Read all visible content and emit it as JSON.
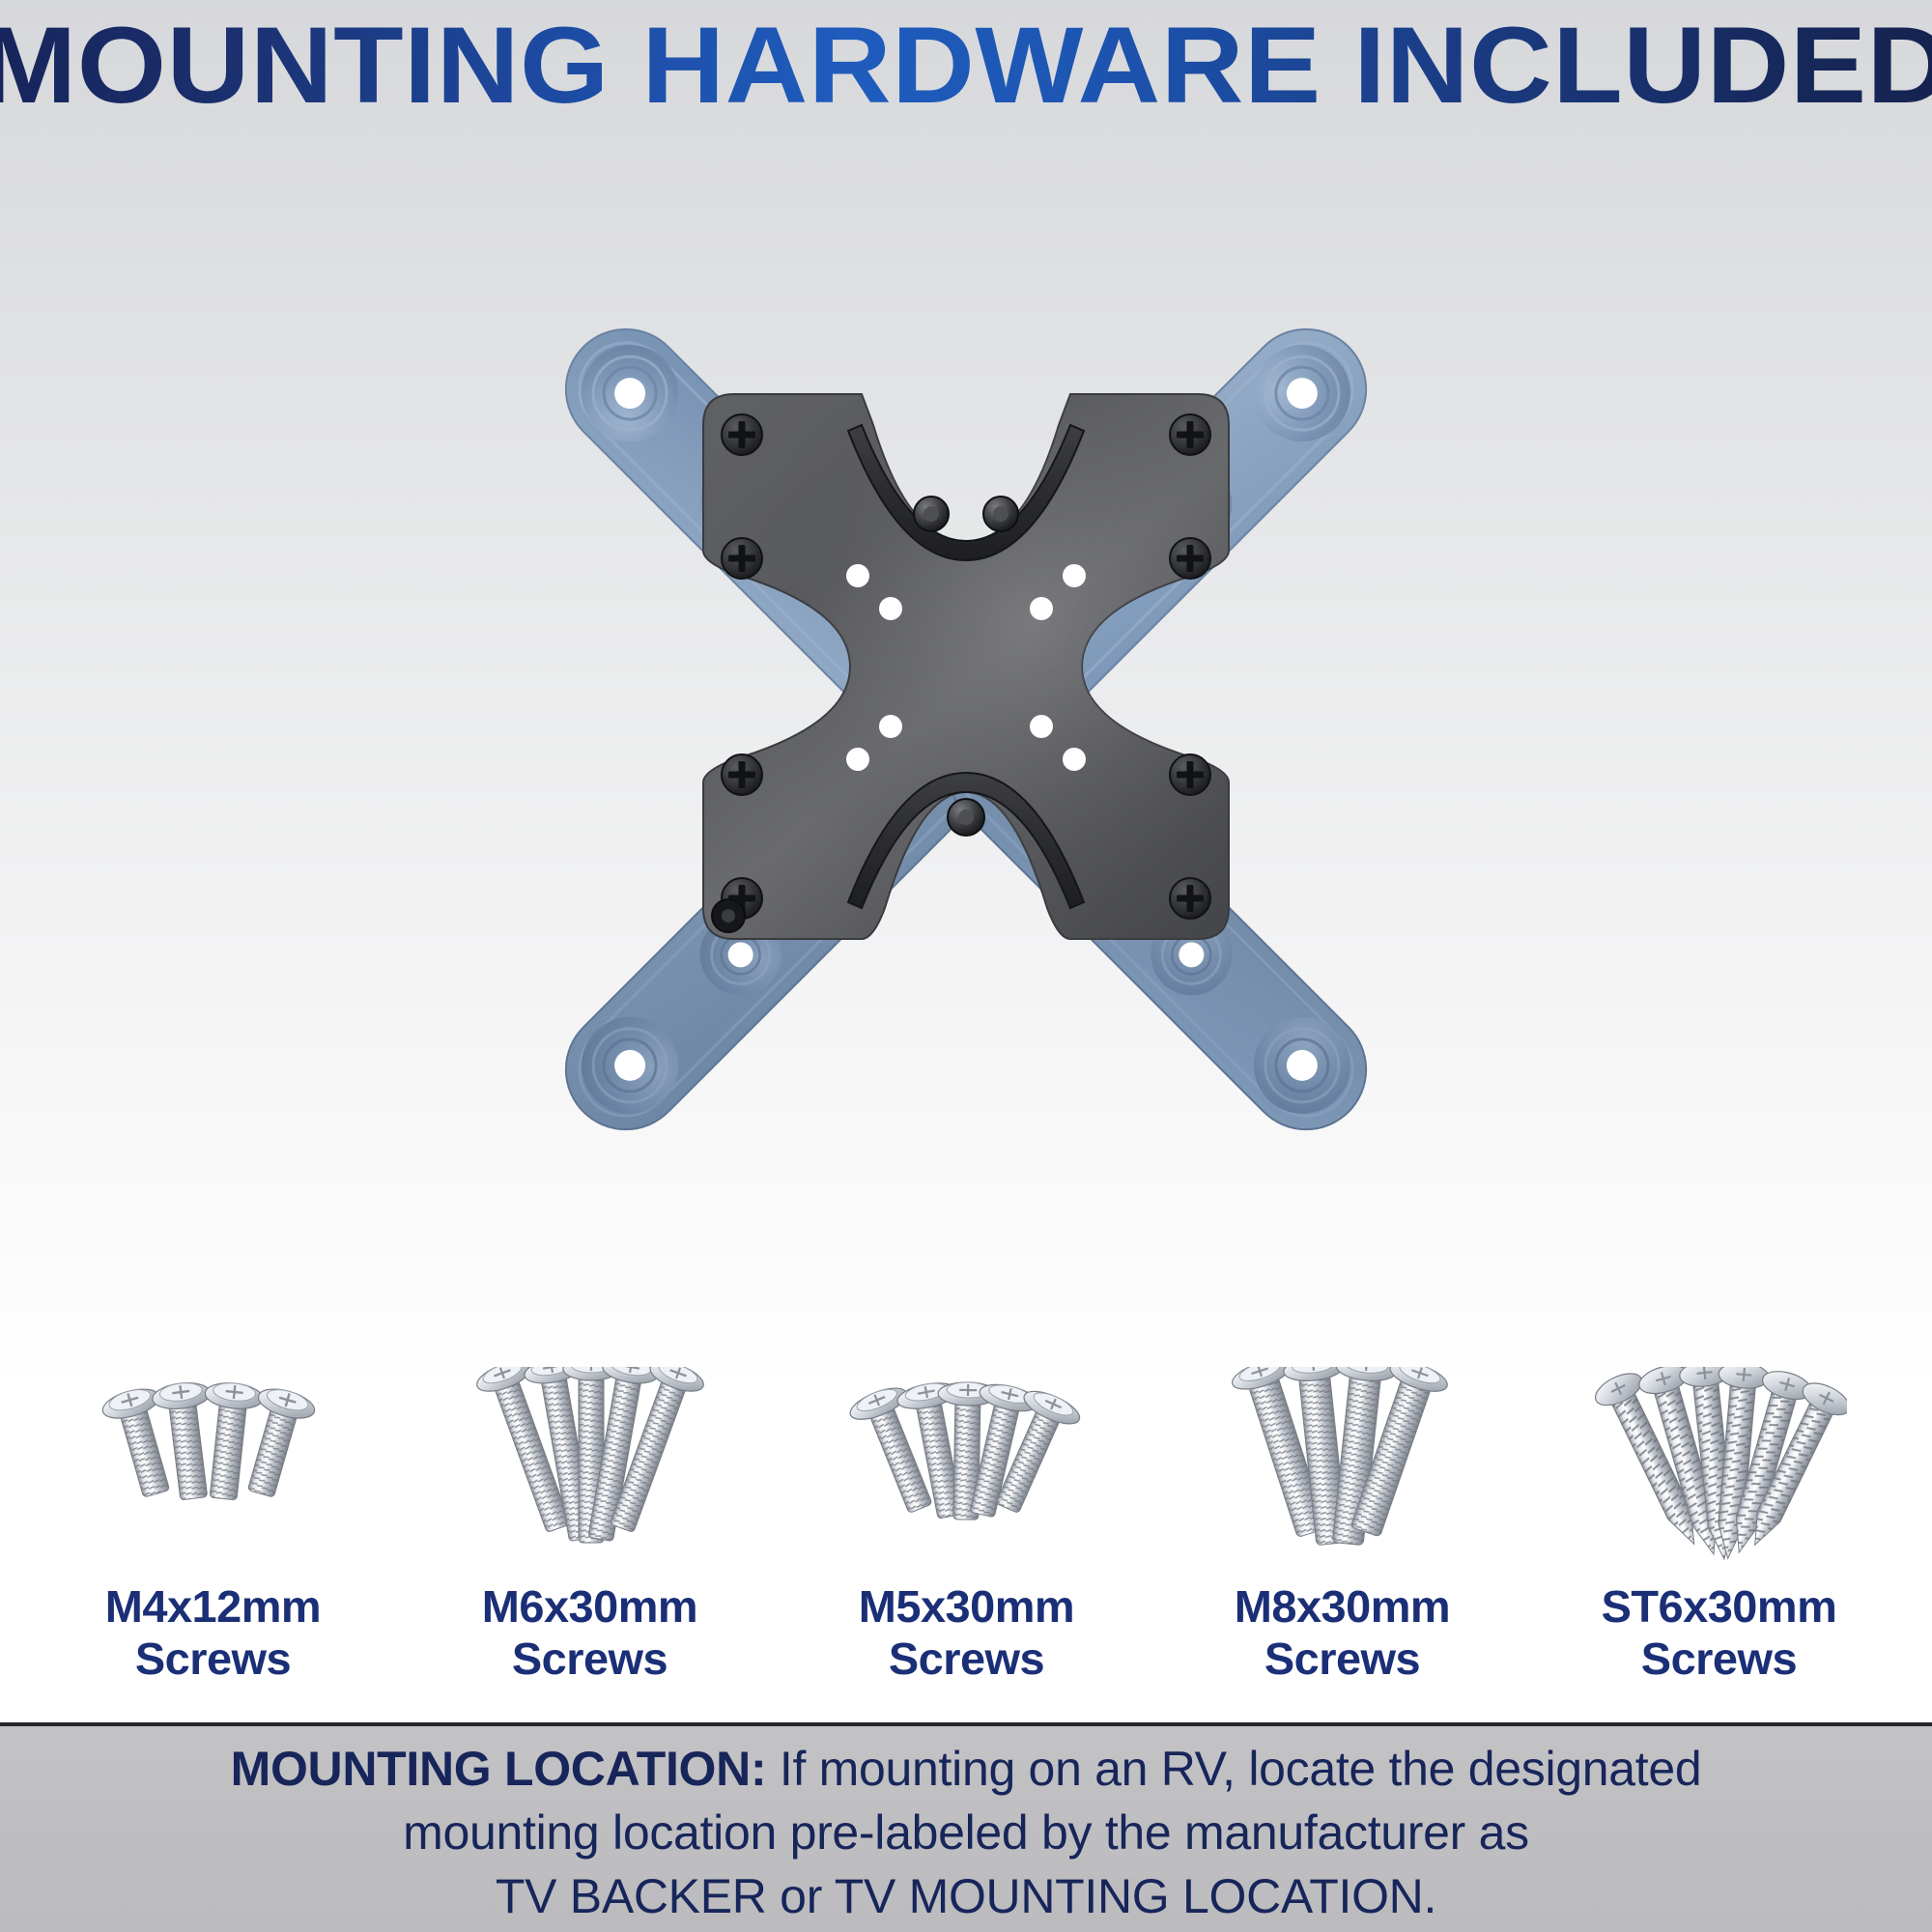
{
  "header": {
    "title": "MOUNTING HARDWARE INCLUDED",
    "title_color_start": "#16245a",
    "title_color_mid": "#1f5cbd",
    "title_color_end": "#15224f"
  },
  "product": {
    "name": "tv-wall-mount-bracket",
    "description": "X-shaped VESA TV wall mount bracket with four blue arms and a dark gray center plate",
    "arm_color": "#8ba3bf",
    "arm_color_shadow": "#6d86a5",
    "plate_color": "#55565a",
    "vesa_hole_color": "#ffffff",
    "screw_head_color": "#2a2a2c",
    "arm_count": 4,
    "holes_per_arm": 2,
    "vesa_patterns": [
      "200x200",
      "100x100"
    ]
  },
  "hardware": {
    "groups": [
      {
        "id": "m4x12",
        "label_line1": "M4x12mm",
        "label_line2": "Screws",
        "type": "machine-screw",
        "count": 4,
        "length": "short",
        "head": "pan-washer"
      },
      {
        "id": "m6x30",
        "label_line1": "M6x30mm",
        "label_line2": "Screws",
        "type": "machine-screw",
        "count": 5,
        "length": "long",
        "head": "pan-washer"
      },
      {
        "id": "m5x30",
        "label_line1": "M5x30mm",
        "label_line2": "Screws",
        "type": "machine-screw",
        "count": 5,
        "length": "medium",
        "head": "pan-washer"
      },
      {
        "id": "m8x30",
        "label_line1": "M8x30mm",
        "label_line2": "Screws",
        "type": "machine-screw",
        "count": 4,
        "length": "long",
        "head": "pan-washer"
      },
      {
        "id": "st6x30",
        "label_line1": "ST6x30mm",
        "label_line2": "Screws",
        "type": "self-tapping-screw",
        "count": 6,
        "length": "long",
        "head": "pan"
      }
    ],
    "label_color": "#1b2f77",
    "screw_color": "#c8cbd0"
  },
  "footer": {
    "line1_strong": "MOUNTING LOCATION:",
    "line1_rest": " If mounting on an RV, locate the designated",
    "line2": "mounting location pre-labeled by the manufacturer as",
    "line3": "TV BACKER or TV MOUNTING LOCATION.",
    "background_color": "#bfbfc1",
    "text_color": "#17255a"
  }
}
